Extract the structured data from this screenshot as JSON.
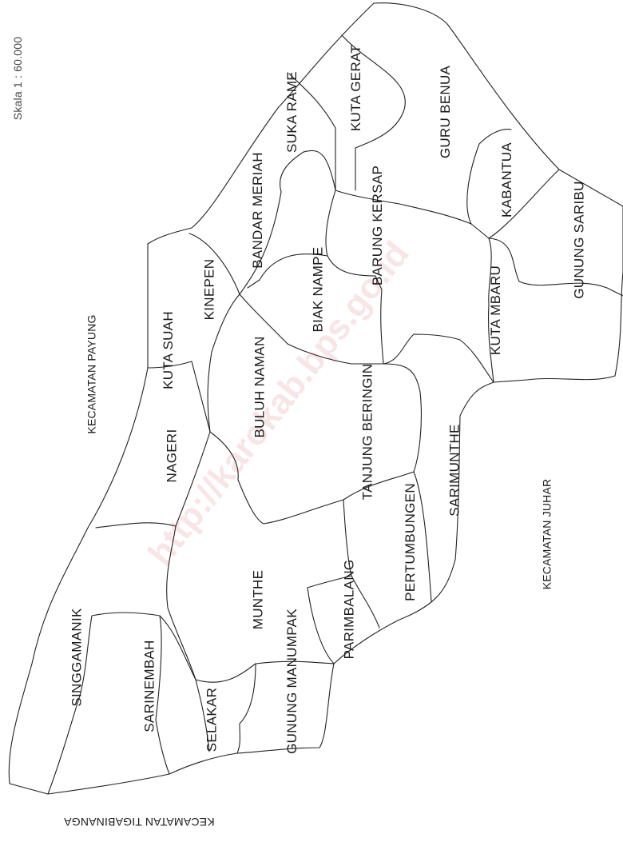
{
  "header_partial": "Skala 1 : 60.000",
  "watermark": "http://karokab.bps.go.id",
  "neighbors": [
    {
      "id": "payung",
      "name": "KECAMATAN PAYUNG"
    },
    {
      "id": "juhar",
      "name": "KECAMATAN JUHAR"
    },
    {
      "id": "tigabinanga",
      "name": "KECAMATAN TIGABINANGA"
    }
  ],
  "villages": [
    {
      "id": "kuta-gerat",
      "name": "KUTA GERAT"
    },
    {
      "id": "guru-benua",
      "name": "GURU BENUA"
    },
    {
      "id": "suka-rame",
      "name": "SUKA RAME"
    },
    {
      "id": "kabantua",
      "name": "KABANTUA"
    },
    {
      "id": "bandar-meriah",
      "name": "BANDAR MERIAH"
    },
    {
      "id": "barung-kersap",
      "name": "BARUNG KERSAP"
    },
    {
      "id": "gunung-saribu",
      "name": "GUNUNG SARIBU"
    },
    {
      "id": "kinepen",
      "name": "KINEPEN"
    },
    {
      "id": "biak-nampe",
      "name": "BIAK NAMPE"
    },
    {
      "id": "kuta-suah",
      "name": "KUTA SUAH"
    },
    {
      "id": "kuta-mbaru",
      "name": "KUTA MBARU"
    },
    {
      "id": "buluh-naman",
      "name": "BULUH NAMAN"
    },
    {
      "id": "tanjung-beringin",
      "name": "TANJUNG BERINGIN"
    },
    {
      "id": "nageri",
      "name": "NAGERI"
    },
    {
      "id": "sarimunthe",
      "name": "SARIMUNTHE"
    },
    {
      "id": "pertumbungen",
      "name": "PERTUMBUNGEN"
    },
    {
      "id": "munthe",
      "name": "MUNTHE"
    },
    {
      "id": "parimbalang",
      "name": "PARIMBALANG"
    },
    {
      "id": "singgamanik",
      "name": "SINGGAMANIK"
    },
    {
      "id": "gunung-manumpak",
      "name": "GUNUNG MANUMPAK"
    },
    {
      "id": "sarinembah",
      "name": "SARINEMBAH"
    },
    {
      "id": "selakar",
      "name": "SELAKAR"
    }
  ]
}
